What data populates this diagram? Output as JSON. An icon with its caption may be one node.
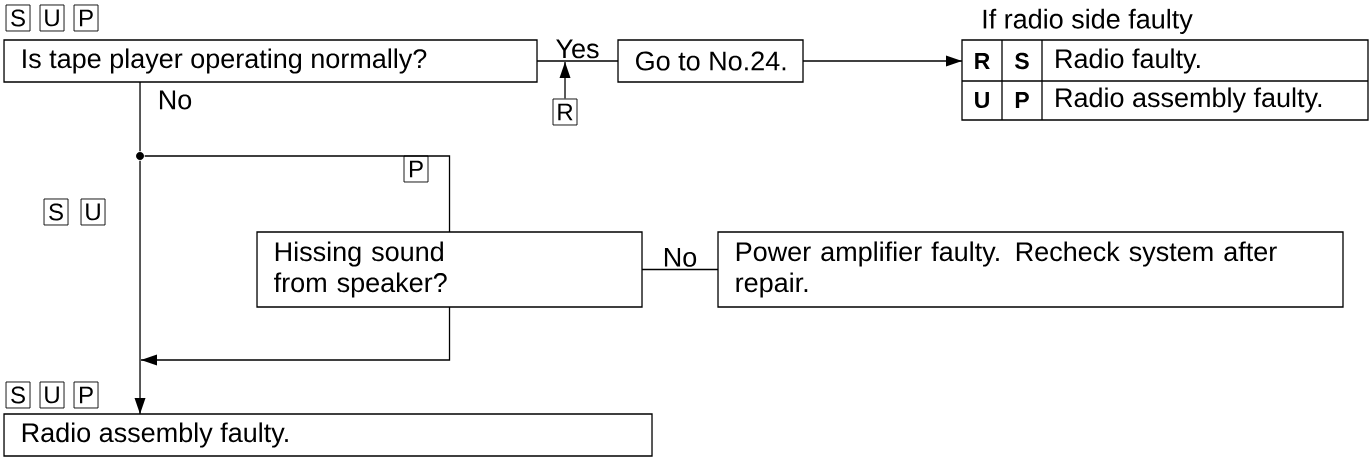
{
  "diagram": {
    "nodes": [
      {
        "text": [
          "Is tape player operating normally?"
        ]
      },
      {
        "text": [
          "Go to No.24."
        ]
      },
      {
        "text": [
          "If radio side faulty",
          "R",
          "S",
          "Radio faulty.",
          "U",
          "P",
          "Radio assembly faulty."
        ]
      },
      {
        "text": [
          "Hissing sound from speaker?"
        ]
      },
      {
        "text": [
          "Power amplifier faulty. Recheck system after repair."
        ]
      },
      {
        "text": [
          "Radio assembly faulty."
        ]
      },
      {
        "text": [],
        "shape": "circle"
      },
      {
        "text": [
          "R"
        ]
      },
      {
        "text": [
          "S"
        ]
      },
      {
        "text": [
          "U"
        ]
      },
      {
        "text": [
          "P"
        ]
      },
      {
        "text": [
          "P"
        ]
      },
      {
        "text": [
          "S"
        ]
      },
      {
        "text": [
          "U"
        ]
      },
      {
        "text": [
          "S"
        ]
      },
      {
        "text": [
          "U"
        ]
      },
      {
        "text": [
          "P"
        ]
      }
    ],
    "edges": [
      {
        "from": 0,
        "to": 1,
        "arrow": "none",
        "label": "Yes"
      },
      {
        "from": 1,
        "to": 2,
        "arrow": "to"
      },
      {
        "from": 0,
        "to": 6,
        "arrow": "none",
        "label": "No"
      },
      {
        "from": 6,
        "to": 5,
        "arrow": "to"
      },
      {
        "from": 6,
        "to": 3,
        "arrow": "none"
      },
      {
        "from": 3,
        "to": 5,
        "arrow": "to"
      },
      {
        "from": 3,
        "to": 4,
        "arrow": "none",
        "label": "No"
      },
      {
        "from": 7,
        "to": null,
        "arrow": "to"
      }
    ]
  }
}
